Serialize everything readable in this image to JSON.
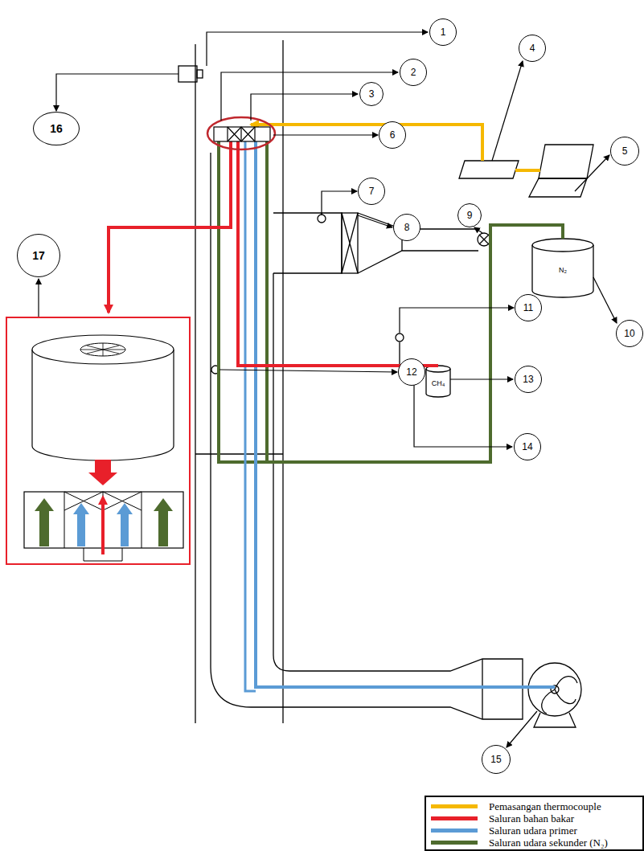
{
  "diagram": {
    "nodes": [
      {
        "text": [
          "1"
        ]
      },
      {
        "text": [
          "2"
        ]
      },
      {
        "text": [
          "3"
        ]
      },
      {
        "text": [
          "4"
        ]
      },
      {
        "text": [
          "5"
        ]
      },
      {
        "text": [
          "6"
        ]
      },
      {
        "text": [
          "7"
        ]
      },
      {
        "text": [
          "8"
        ]
      },
      {
        "text": [
          "9"
        ]
      },
      {
        "text": [
          "10"
        ]
      },
      {
        "text": [
          "11"
        ]
      },
      {
        "text": [
          "12"
        ]
      },
      {
        "text": [
          "13"
        ]
      },
      {
        "text": [
          "14"
        ]
      },
      {
        "text": [
          "15"
        ]
      },
      {
        "text": [
          "16"
        ]
      },
      {
        "text": [
          "17"
        ]
      }
    ],
    "labels": [
      "N₂",
      "CH₄"
    ],
    "legend": [
      {
        "text": "Pemasangan thermocouple",
        "color": "#f5b800"
      },
      {
        "text": "Saluran bahan bakar",
        "color": "#e8202a"
      },
      {
        "text": "Saluran udara primer",
        "color": "#5b9bd5"
      },
      {
        "text": "Saluran udara sekunder (N₂)",
        "color": "#4e6b2e"
      }
    ]
  }
}
